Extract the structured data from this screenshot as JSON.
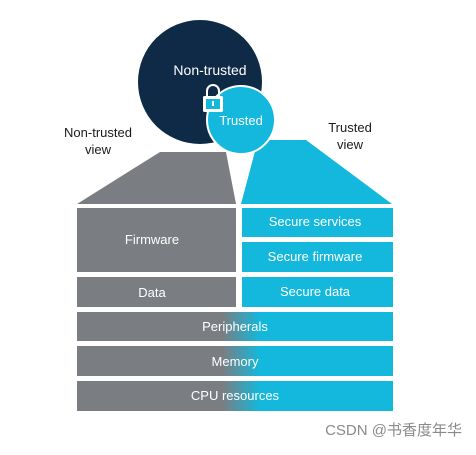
{
  "bubbles": {
    "non_trusted": "Non-trusted",
    "trusted": "Trusted"
  },
  "views": {
    "non_trusted_line1": "Non-trusted",
    "non_trusted_line2": "view",
    "trusted_line1": "Trusted",
    "trusted_line2": "view"
  },
  "left_stack": {
    "firmware": "Firmware",
    "data": "Data"
  },
  "right_stack": {
    "secure_services": "Secure services",
    "secure_firmware": "Secure firmware",
    "secure_data": "Secure data"
  },
  "shared_rows": {
    "peripherals": "Peripherals",
    "memory": "Memory",
    "cpu": "CPU resources"
  },
  "watermark": "CSDN @书香度年华",
  "colors": {
    "navy": "#0e2a47",
    "cyan": "#13b8dc",
    "gray": "#7a7e82",
    "white": "#ffffff"
  },
  "icons": {
    "lock": "padlock-icon"
  }
}
